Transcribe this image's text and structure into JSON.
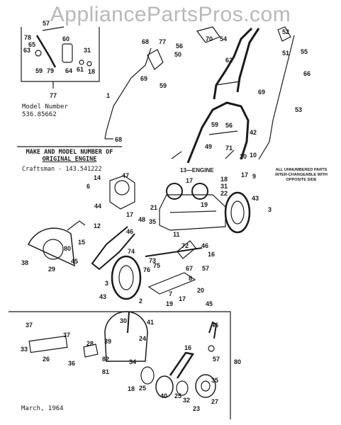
{
  "watermark": "AppliancePartsPros.com",
  "model": {
    "label": "Model Number",
    "number": "536.85662"
  },
  "engine": {
    "title_line1": "MAKE AND MODEL NUMBER OF",
    "title_line2": "ORIGINAL ENGINE",
    "value": "Craftsman - 143.541222",
    "callout": "13—ENGINE"
  },
  "note": "ALL UNNUMBERED PARTS INTER-CHANGEABLE WITH OPPOSITE SIDE",
  "date": "March, 1964",
  "callouts": [
    "57",
    "78",
    "65",
    "63",
    "60",
    "59",
    "79",
    "64",
    "61",
    "31",
    "18",
    "77",
    "1",
    "68",
    "77",
    "56",
    "50",
    "70",
    "54",
    "52",
    "51",
    "55",
    "66",
    "69",
    "59",
    "62",
    "69",
    "53",
    "59",
    "56",
    "42",
    "68",
    "49",
    "71",
    "20",
    "10",
    "17",
    "9",
    "18",
    "31",
    "22",
    "17",
    "14",
    "47",
    "6",
    "44",
    "12",
    "21",
    "17",
    "48",
    "46",
    "35",
    "19",
    "43",
    "3",
    "11",
    "29",
    "15",
    "80",
    "38",
    "74",
    "45",
    "46",
    "16",
    "73",
    "72",
    "67",
    "57",
    "76",
    "75",
    "8",
    "20",
    "7",
    "3",
    "43",
    "2",
    "19",
    "17",
    "45",
    "30",
    "41",
    "37",
    "37",
    "33",
    "26",
    "36",
    "28",
    "39",
    "82",
    "34",
    "81",
    "18",
    "25",
    "24",
    "46",
    "16",
    "57",
    "80",
    "35",
    "40",
    "25",
    "32",
    "23",
    "27"
  ]
}
